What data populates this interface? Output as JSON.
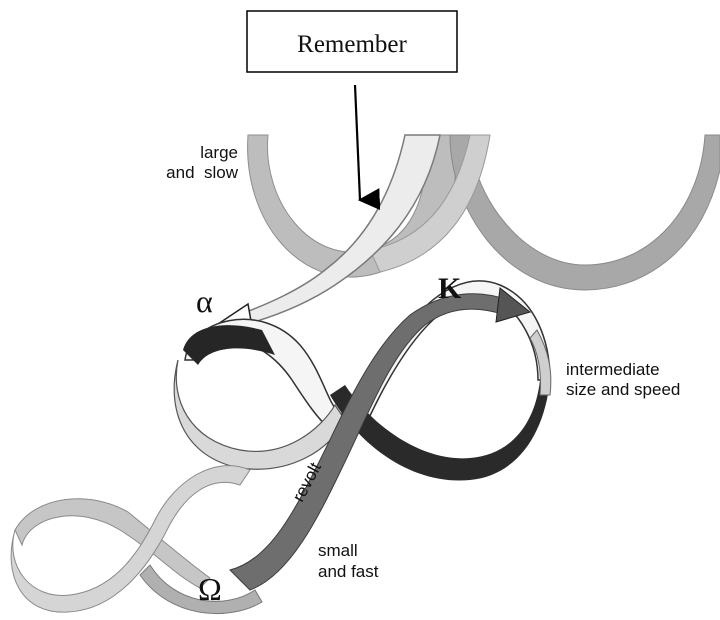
{
  "callout": {
    "text": "Remember"
  },
  "loops": {
    "large": {
      "line1": "large",
      "line2": "and  slow"
    },
    "intermediate": {
      "line1": "intermediate",
      "line2": "size and speed"
    },
    "small": {
      "line1": "small",
      "line2": "and fast"
    }
  },
  "symbols": {
    "alpha": "α",
    "kappa": "K",
    "omega": "Ω"
  },
  "ribbon_label": "revolt",
  "colors": {
    "large_loop": "#b9b9b9",
    "large_loop_shadow": "#9a9a9a",
    "mid_loop_light": "#f2f2f2",
    "mid_loop_dark": "#262626",
    "small_loop": "#c8c8c8",
    "revolt_ribbon": "#6e6e6e",
    "remember_ribbon": "#e6e6e6"
  }
}
